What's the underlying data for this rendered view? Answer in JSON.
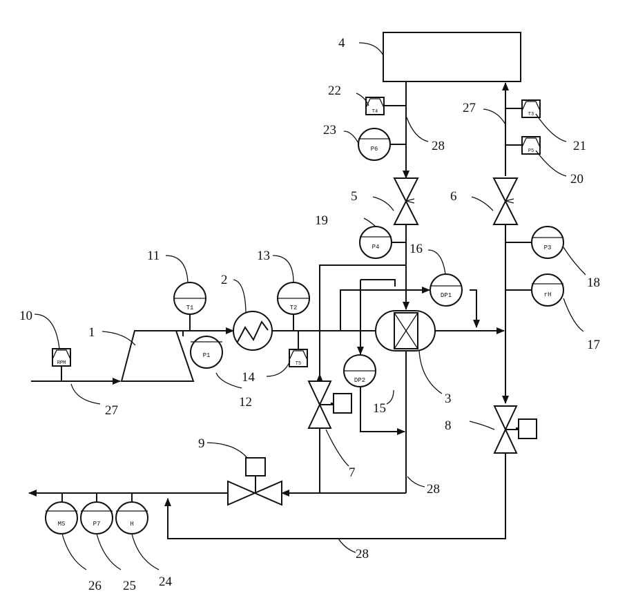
{
  "figure": {
    "labels": {
      "n1": "1",
      "n2": "2",
      "n3": "3",
      "n4": "4",
      "n5": "5",
      "n6": "6",
      "n7": "7",
      "n8": "8",
      "n9": "9",
      "n10": "10",
      "n11": "11",
      "n12": "12",
      "n13": "13",
      "n14": "14",
      "n15": "15",
      "n16": "16",
      "n17": "17",
      "n18": "18",
      "n19": "19",
      "n20": "20",
      "n21": "21",
      "n22": "22",
      "n23": "23",
      "n24": "24",
      "n25": "25",
      "n26": "26",
      "n27a": "27",
      "n27b": "27",
      "n28a": "28",
      "n28b": "28",
      "n28c": "28"
    },
    "instruments": {
      "T1": "T1",
      "P1": "P1",
      "T2": "T2",
      "T5": "T5",
      "DP2": "DP2",
      "P4": "P4",
      "DP1": "DP1",
      "P3": "P3",
      "rH": "rH",
      "P6": "P6",
      "T4": "T4",
      "T3": "T3",
      "P5": "P5",
      "MS": "MS",
      "P7": "P7",
      "H": "H",
      "RPM": "RPM"
    }
  }
}
